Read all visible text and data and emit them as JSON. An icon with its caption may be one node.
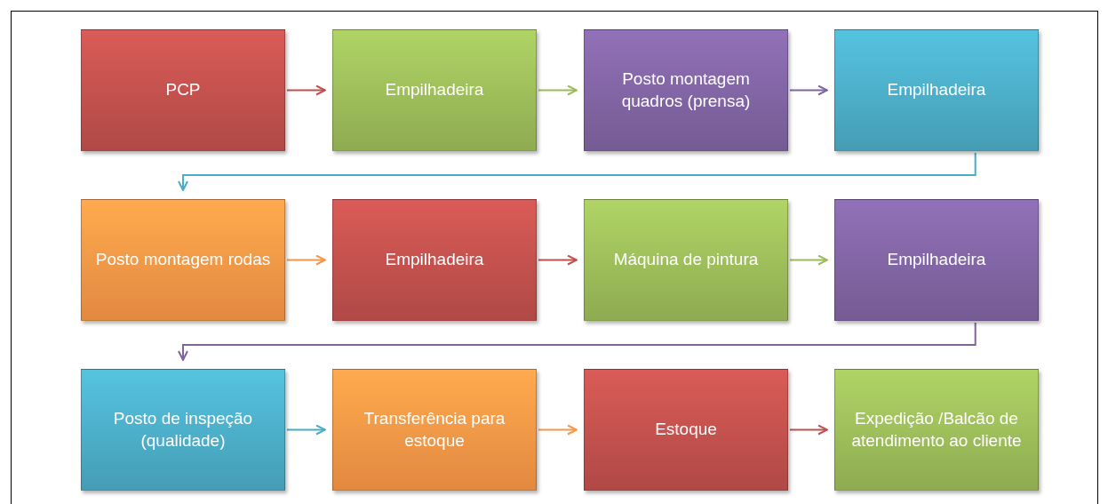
{
  "diagram": {
    "nodes": [
      {
        "text": [
          "PCP"
        ]
      },
      {
        "text": [
          "Empilhadeira"
        ]
      },
      {
        "text": [
          "Posto montagem quadros (prensa)"
        ]
      },
      {
        "text": [
          "Empilhadeira"
        ]
      },
      {
        "text": [
          "Posto montagem rodas"
        ]
      },
      {
        "text": [
          "Empilhadeira"
        ]
      },
      {
        "text": [
          "Máquina de pintura"
        ]
      },
      {
        "text": [
          "Empilhadeira"
        ]
      },
      {
        "text": [
          "Posto de inspeção (qualidade)"
        ]
      },
      {
        "text": [
          "Transferência para estoque"
        ]
      },
      {
        "text": [
          "Estoque"
        ]
      },
      {
        "text": [
          "Expedição /Balcão de atendimento ao cliente"
        ]
      }
    ],
    "edges": [
      {
        "from": 0,
        "to": 1,
        "arrow": "to",
        "color": "#c0504d"
      },
      {
        "from": 1,
        "to": 2,
        "arrow": "to",
        "color": "#9bbb59"
      },
      {
        "from": 2,
        "to": 3,
        "arrow": "to",
        "color": "#8064a2"
      },
      {
        "from": 3,
        "to": 4,
        "arrow": "to",
        "color": "#4bacc6"
      },
      {
        "from": 4,
        "to": 5,
        "arrow": "to",
        "color": "#f79646"
      },
      {
        "from": 5,
        "to": 6,
        "arrow": "to",
        "color": "#c0504d"
      },
      {
        "from": 6,
        "to": 7,
        "arrow": "to",
        "color": "#9bbb59"
      },
      {
        "from": 7,
        "to": 8,
        "arrow": "to",
        "color": "#8064a2"
      },
      {
        "from": 8,
        "to": 9,
        "arrow": "to",
        "color": "#4bacc6"
      },
      {
        "from": 9,
        "to": 10,
        "arrow": "to",
        "color": "#f79646"
      },
      {
        "from": 10,
        "to": 11,
        "arrow": "to",
        "color": "#c0504d"
      }
    ]
  }
}
